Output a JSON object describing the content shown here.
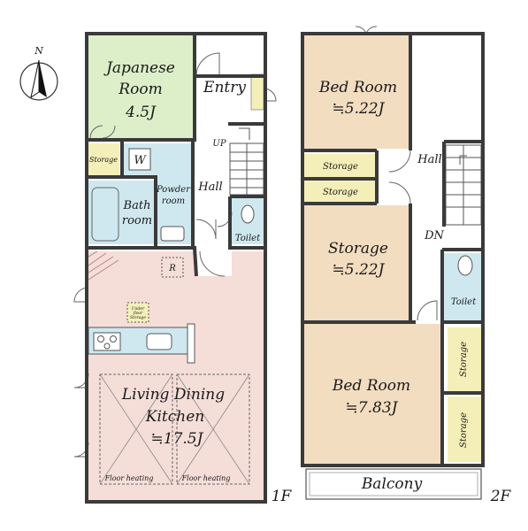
{
  "colors": {
    "tatami": "#dcefc9",
    "wet": "#cfe8f0",
    "ldk": "#f5ddd8",
    "bedroom": "#f3ddc0",
    "storage": "#f4efb8",
    "wall": "#3a3a3a"
  },
  "compass": {
    "north_label": "N"
  },
  "floor1": {
    "level_label": "1F",
    "japanese_room": {
      "name_line1": "Japanese",
      "name_line2": "Room",
      "size": "4.5J"
    },
    "entry": "Entry",
    "up": "UP",
    "hall": "Hall",
    "storage": "Storage",
    "washer": "W",
    "powder_line1": "Powder",
    "powder_line2": "room",
    "bath_line1": "Bath",
    "bath_line2": "room",
    "toilet": "Toilet",
    "refrigerator": "R",
    "underfloor_line1": "Under",
    "underfloor_line2": "floor",
    "underfloor_line3": "Storage",
    "ldk_line1": "Living Dining",
    "ldk_line2": "Kitchen",
    "ldk_size": "≒17.5J",
    "floor_heating_left": "Floor heating",
    "floor_heating_right": "Floor heating"
  },
  "floor2": {
    "level_label": "2F",
    "bedroom_north": {
      "name": "Bed Room",
      "size": "≒5.22J"
    },
    "storage_top": "Storage",
    "storage_bottom": "Storage",
    "storage_room": {
      "name": "Storage",
      "size": "≒5.22J"
    },
    "hall": "Hall",
    "dn": "DN",
    "toilet": "Toilet",
    "bedroom_south": {
      "name": "Bed Room",
      "size": "≒7.83J"
    },
    "closet_upper": "Storage",
    "closet_lower": "Storage",
    "balcony": "Balcony"
  }
}
